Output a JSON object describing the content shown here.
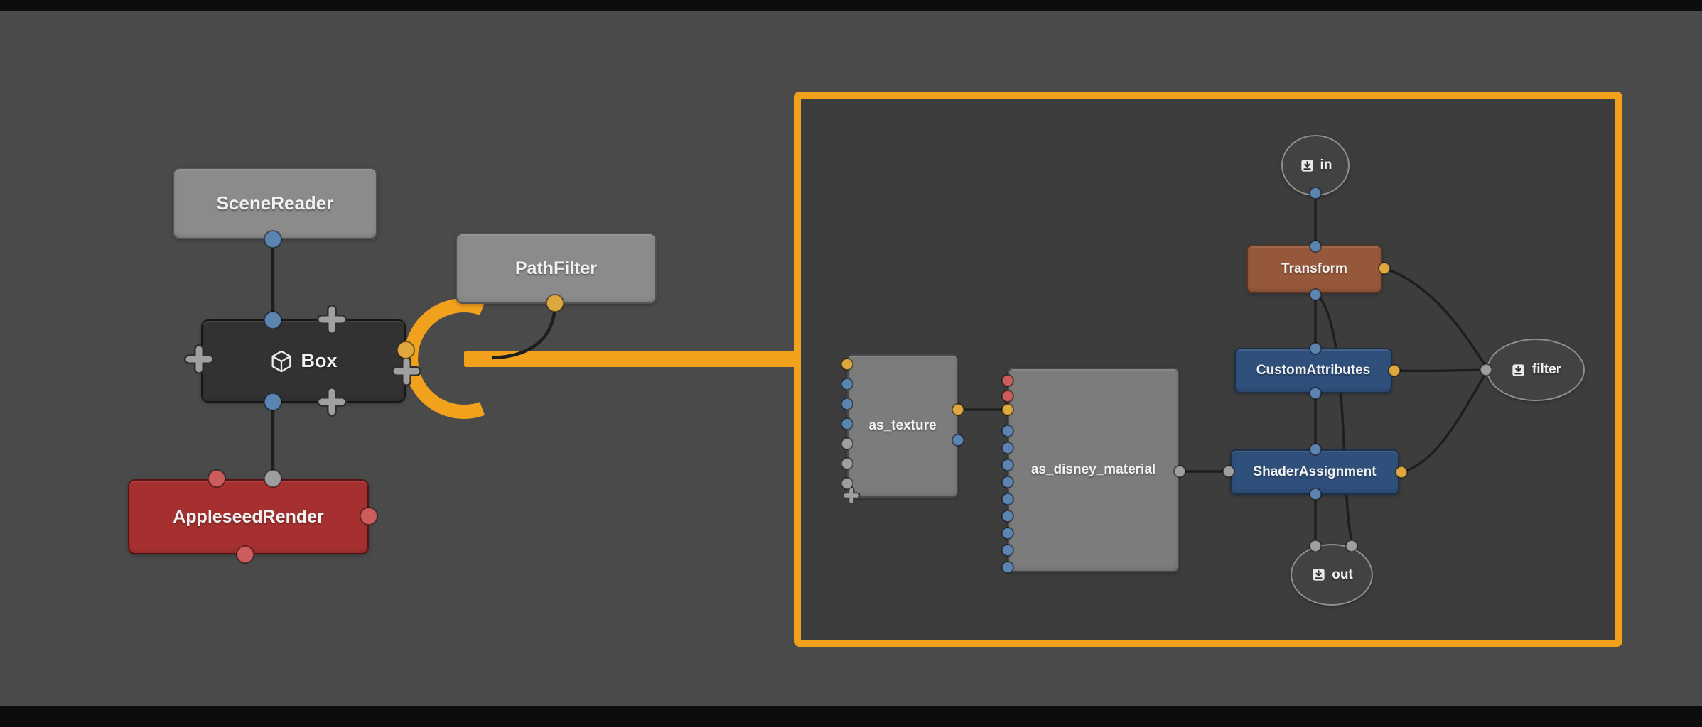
{
  "colors": {
    "background": "#4a4a4a",
    "panel_background": "#3d3d3d",
    "top_bottom_bar": "#0d0d0d",
    "accent_orange": "#f2a11c",
    "edge": "#1e1e1e",
    "port_blue": "#5b84b1",
    "port_yellow": "#dda83e",
    "port_red": "#cd5c5c",
    "port_gray": "#9e9e9e",
    "plus_gray": "#a0a0a0",
    "node_light_gray": "#8b8b8b",
    "node_dark_gray": "#323232",
    "node_red": "#a63030",
    "node_brown": "#96583a",
    "node_blue": "#30507c",
    "node_mid_gray": "#7c7c7c",
    "ellipse_fill": "#424242",
    "ellipse_border": "#8f8f8f",
    "label_text": "#f2f2f2"
  },
  "icons": {
    "box_node": "cube-outline",
    "box_in": "arrow-into-box",
    "box_out": "arrow-into-box",
    "filter_node": "arrow-into-box",
    "expand_buttons": "plus",
    "texture_add": "plus"
  },
  "main_graph": {
    "scene_reader": {
      "label": "SceneReader"
    },
    "box": {
      "label": "Box"
    },
    "path_filter": {
      "label": "PathFilter"
    },
    "appleseed_render": {
      "label": "AppleseedRender"
    }
  },
  "box_contents": {
    "in_node": {
      "label": "in"
    },
    "transform": {
      "label": "Transform"
    },
    "custom_attributes": {
      "label": "CustomAttributes"
    },
    "shader_assignment": {
      "label": "ShaderAssignment"
    },
    "out_node": {
      "label": "out"
    },
    "filter_node": {
      "label": "filter"
    },
    "as_texture": {
      "label": "as_texture"
    },
    "as_disney_material": {
      "label": "as_disney_material"
    }
  }
}
